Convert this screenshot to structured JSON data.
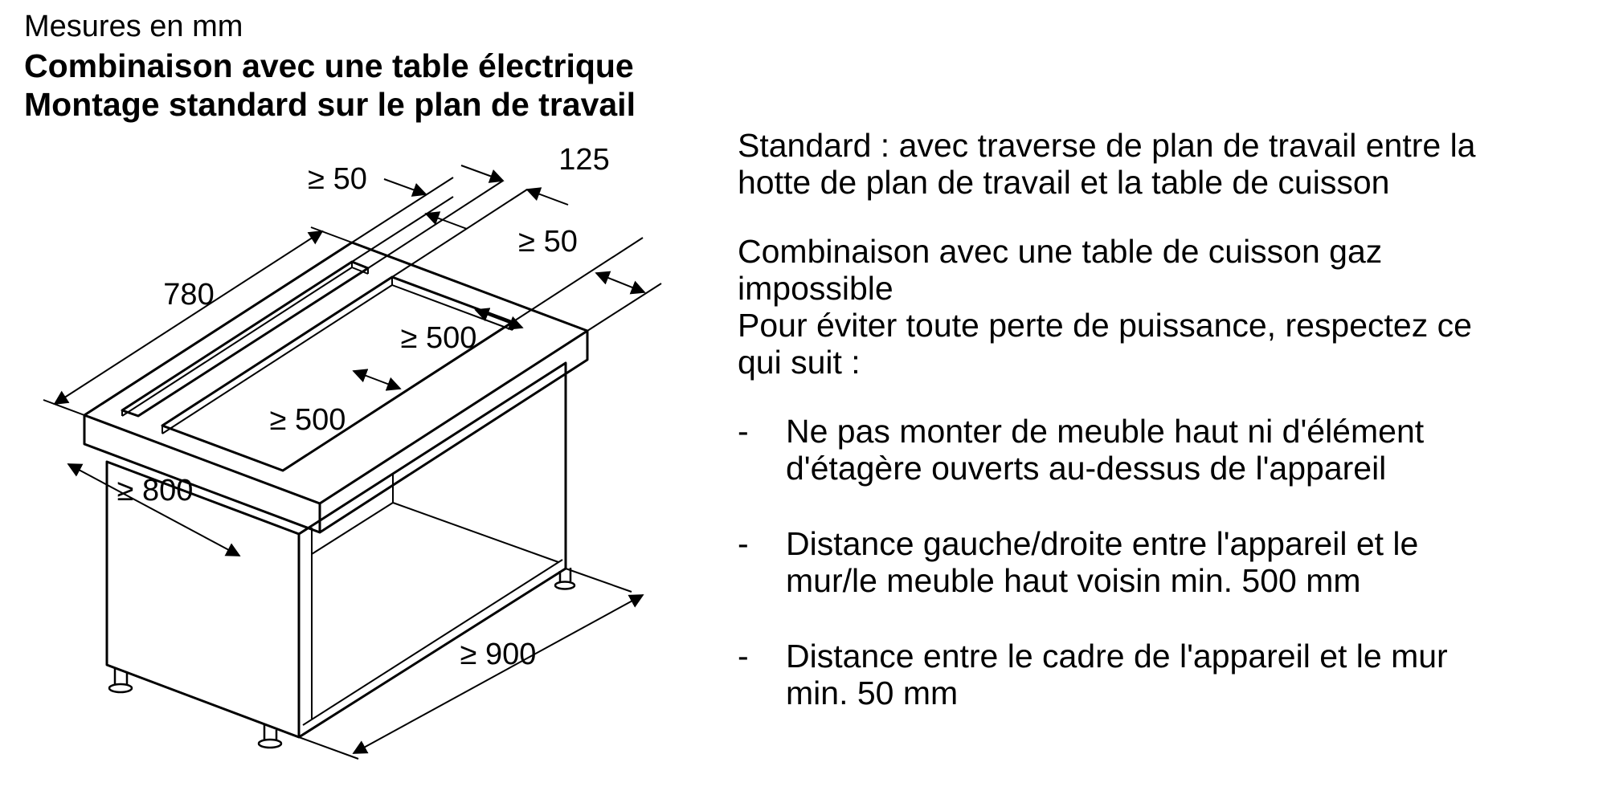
{
  "header": {
    "line1": "Mesures en mm",
    "line2": "Combinaison avec une table électrique",
    "line3": "Montage standard sur le plan de travail"
  },
  "diagram": {
    "labels": {
      "traverse_width": "125",
      "clearance_back": "≥ 50",
      "clearance_front": "≥ 50",
      "cutout_length": "780",
      "clearance_side_upper": "≥ 500",
      "clearance_side_lower": "≥ 500",
      "worktop_depth": "≥ 800",
      "cabinet_width": "≥ 900"
    }
  },
  "instructions": {
    "para1_lines": [
      "Standard : avec traverse de plan de travail entre la",
      "hotte de plan de travail et la table de cuisson"
    ],
    "para2_lines": [
      "Combinaison avec une table de cuisson gaz",
      "impossible",
      "Pour éviter toute perte de puissance, respectez ce",
      "qui suit :"
    ],
    "bullets": [
      {
        "marker": "-",
        "lines": [
          "Ne pas monter de meuble haut ni d'élément",
          "d'étagère ouverts au-dessus de l'appareil"
        ]
      },
      {
        "marker": "-",
        "lines": [
          "Distance gauche/droite entre l'appareil et le",
          "mur/le meuble haut voisin min. 500 mm"
        ]
      },
      {
        "marker": "-",
        "lines": [
          "Distance entre le cadre de l'appareil et le mur",
          "min. 50 mm"
        ]
      }
    ]
  },
  "colors": {
    "ink": "#000000",
    "background": "#ffffff"
  }
}
